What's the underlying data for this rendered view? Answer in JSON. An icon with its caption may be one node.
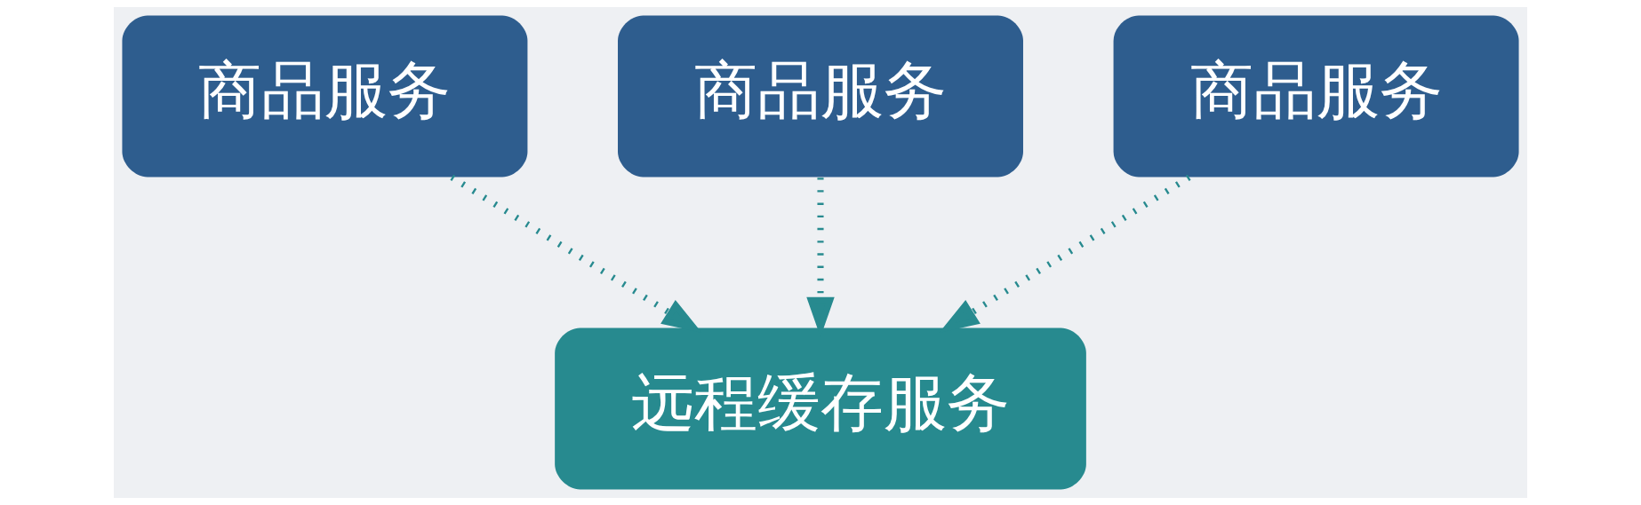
{
  "diagram": {
    "nodes": [
      {
        "text": [
          "商品服务"
        ]
      },
      {
        "text": [
          "商品服务"
        ]
      },
      {
        "text": [
          "商品服务"
        ]
      },
      {
        "text": [
          "远程缓存服务"
        ]
      }
    ],
    "edges": [
      {
        "from": 0,
        "to": 3,
        "arrow": "to",
        "style": "dashed"
      },
      {
        "from": 1,
        "to": 3,
        "arrow": "to",
        "style": "dashed"
      },
      {
        "from": 2,
        "to": 3,
        "arrow": "to",
        "style": "dashed"
      }
    ]
  }
}
